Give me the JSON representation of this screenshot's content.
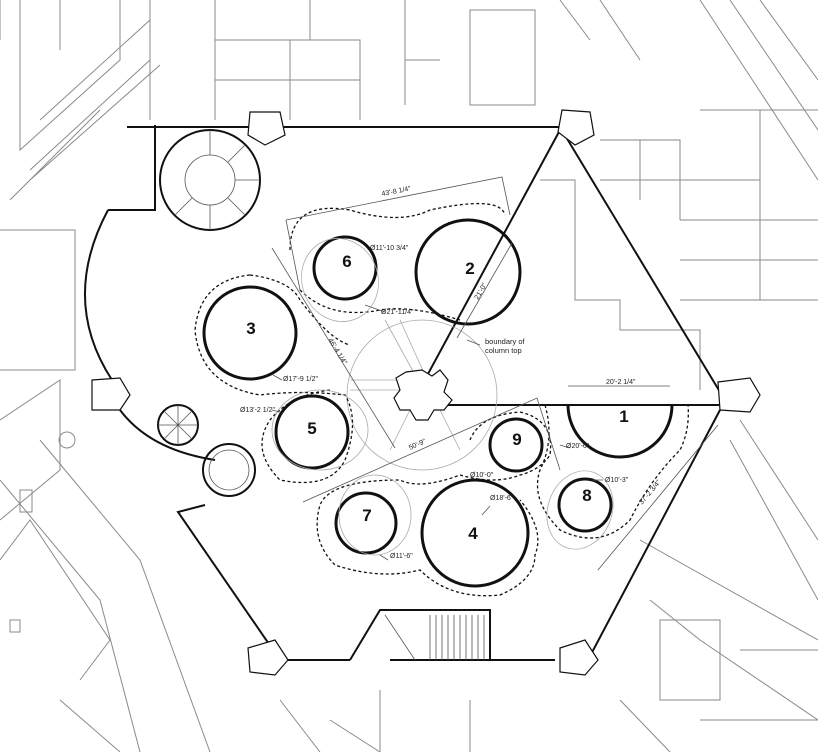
{
  "columns": [
    {
      "id": "1",
      "label": "1",
      "diameter": "Ø20'-6\""
    },
    {
      "id": "2",
      "label": "2",
      "diameter": "Ø21'-11/4\""
    },
    {
      "id": "3",
      "label": "3",
      "diameter": "Ø17'-9 1/2\""
    },
    {
      "id": "4",
      "label": "4",
      "diameter": "Ø18'-6\""
    },
    {
      "id": "5",
      "label": "5",
      "diameter": "Ø13'-2 1/2\""
    },
    {
      "id": "6",
      "label": "6",
      "diameter": "Ø11'-10 3/4\""
    },
    {
      "id": "7",
      "label": "7",
      "diameter": "Ø11'-6\""
    },
    {
      "id": "8",
      "label": "8",
      "diameter": "Ø10'-3\""
    },
    {
      "id": "9",
      "label": "9",
      "diameter": "Ø10'-0\""
    }
  ],
  "dimensions": {
    "top": "43'-8 1/4\"",
    "col2_radius": "21'-0\"",
    "left_diag": "46'-4 1/4\"",
    "center_diag": "50'-9\"",
    "col1_chord": "20'-2 1/4\"",
    "right_diag": "37'-2 3/4\""
  },
  "notes": {
    "boundary_line1": "boundary of",
    "boundary_line2": "column top"
  }
}
